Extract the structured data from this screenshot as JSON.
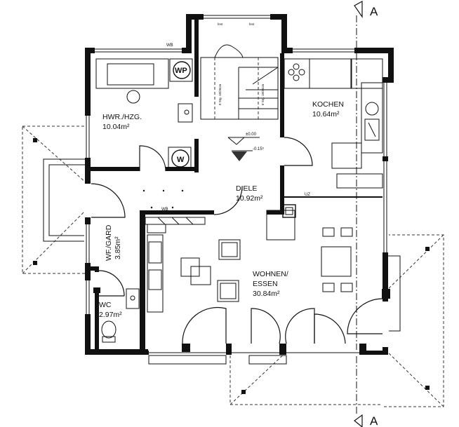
{
  "rooms": [
    {
      "name": "HWR./HZG.",
      "area": "10.04m²"
    },
    {
      "name": "KOCHEN",
      "area": "10.64m²"
    },
    {
      "name": "DIELE",
      "area": "10.92m²"
    },
    {
      "name": "WF./GARD",
      "area": "3.85m²"
    },
    {
      "name": "WC",
      "area": "2.97m²"
    },
    {
      "name": "WOHNEN/",
      "area": "ESSEN",
      "area2": "30.84m²"
    }
  ],
  "levels": {
    "main": "±0.00",
    "lower": "-0.15⁵"
  },
  "labels": {
    "wb1": "WB",
    "wb2": "WB",
    "uz": "UZ",
    "wp": "WP",
    "w": "W",
    "stair_left": "8 Stg. 18/26cm",
    "stair_right": "8 Stg. 18/26cm",
    "fest1": "fest",
    "fest2": "fest"
  },
  "section": {
    "top": "A",
    "bottom": "A"
  }
}
